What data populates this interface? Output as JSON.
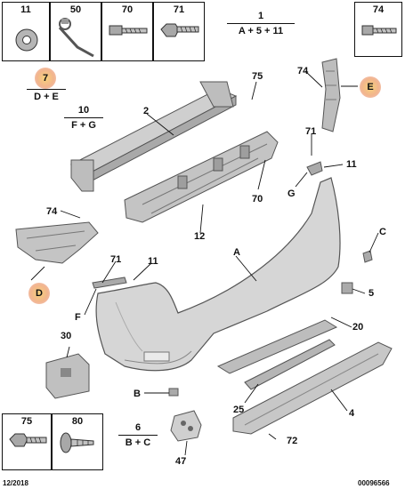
{
  "top_boxes": [
    {
      "id": "11",
      "label": "11",
      "icon": "washer-icon"
    },
    {
      "id": "50",
      "label": "50",
      "icon": "cable-tie-icon"
    },
    {
      "id": "70",
      "label": "70",
      "icon": "screw-icon"
    },
    {
      "id": "71",
      "label": "71",
      "icon": "bolt-icon"
    }
  ],
  "box_74": {
    "label": "74",
    "icon": "screw-icon"
  },
  "bottom_boxes": [
    {
      "id": "75",
      "label": "75",
      "icon": "screw-icon"
    },
    {
      "id": "80",
      "label": "80",
      "icon": "push-rivet-icon"
    }
  ],
  "kits": [
    {
      "id": "kit1",
      "num": "1",
      "parts": "A + 5 + 11"
    },
    {
      "id": "kit7",
      "num": "7",
      "parts": "D + E"
    },
    {
      "id": "kit10",
      "num": "10",
      "parts": "F + G"
    },
    {
      "id": "kit6",
      "num": "6",
      "parts": "B + C"
    }
  ],
  "callouts": {
    "c2": "2",
    "c75": "75",
    "c74a": "74",
    "E": "E",
    "c71": "71",
    "c11a": "11",
    "G": "G",
    "c70": "70",
    "c12": "12",
    "c74b": "74",
    "c71b": "71",
    "c11b": "11",
    "A": "A",
    "C": "C",
    "D": "D",
    "F": "F",
    "c5": "5",
    "c30": "30",
    "c20": "20",
    "B": "B",
    "c25": "25",
    "c4": "4",
    "c47": "47",
    "c72": "72"
  },
  "footer": {
    "date": "12/2018",
    "ref": "00096566"
  },
  "colors": {
    "part": "#c9c9c9",
    "part_dark": "#8c8c8c",
    "highlight": "#f2b58d",
    "line": "#111111"
  }
}
